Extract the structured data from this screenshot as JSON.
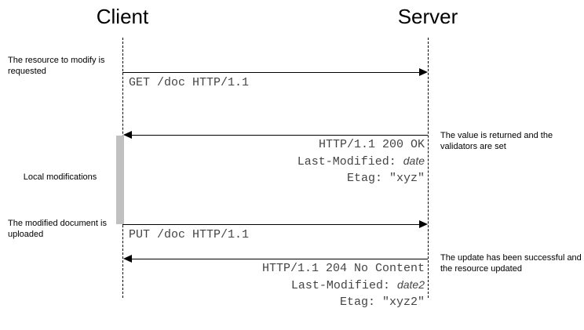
{
  "diagram": {
    "title_client": "Client",
    "title_server": "Server",
    "colors": {
      "line": "#000000",
      "activation_fill": "#c0c0c0",
      "http_text": "#444444",
      "background": "#ffffff"
    }
  },
  "actors": [
    {
      "name": "client",
      "label": "Client"
    },
    {
      "name": "server",
      "label": "Server"
    }
  ],
  "notes": {
    "left_request": "The resource to modify is requested",
    "local_modifications": "Local modifications",
    "left_upload": "The modified document is uploaded",
    "right_validators": "The value is returned and the validators are set",
    "right_update": "The update has been successful and the resource updated"
  },
  "messages": [
    {
      "name": "get-request",
      "direction": "client-to-server",
      "label": "GET /doc HTTP/1.1",
      "lines": [
        {
          "text": "GET /doc HTTP/1.1",
          "italic": ""
        }
      ]
    },
    {
      "name": "ok-response",
      "direction": "server-to-client",
      "label": "HTTP/1.1 200 OK",
      "lines": [
        {
          "text": "HTTP/1.1 200 OK",
          "italic": ""
        },
        {
          "text": "Last-Modified: ",
          "italic": "date"
        },
        {
          "text": "Etag: \"xyz\"",
          "italic": ""
        }
      ]
    },
    {
      "name": "put-request",
      "direction": "client-to-server",
      "label": "PUT /doc HTTP/1.1",
      "lines": [
        {
          "text": "PUT /doc HTTP/1.1",
          "italic": ""
        }
      ]
    },
    {
      "name": "no-content-response",
      "direction": "server-to-client",
      "label": "HTTP/1.1 204 No Content",
      "lines": [
        {
          "text": "HTTP/1.1 204 No Content",
          "italic": ""
        },
        {
          "text": "Last-Modified: ",
          "italic": "date2"
        },
        {
          "text": "Etag: \"xyz2\"",
          "italic": ""
        }
      ]
    }
  ],
  "http_text": {
    "get_line": "GET /doc HTTP/1.1",
    "ok_line1": "HTTP/1.1 200 OK",
    "ok_line2_prefix": "Last-Modified: ",
    "ok_line2_value": "date",
    "ok_line3": "Etag: \"xyz\"",
    "put_line": "PUT /doc HTTP/1.1",
    "nc_line1": "HTTP/1.1 204 No Content",
    "nc_line2_prefix": "Last-Modified: ",
    "nc_line2_value": "date2",
    "nc_line3": "Etag: \"xyz2\""
  }
}
